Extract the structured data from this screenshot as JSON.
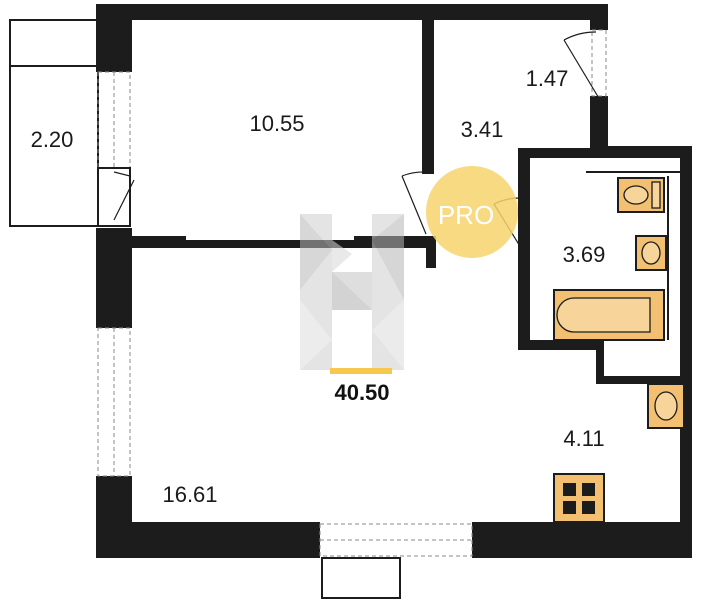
{
  "rooms": {
    "balcony": "2.20",
    "bedroom": "10.55",
    "hall": "3.41",
    "storage": "1.47",
    "bathroom": "3.69",
    "living_room": "16.61",
    "kitchen": "4.11"
  },
  "total_area": "40.50",
  "badge": {
    "text": "PRO",
    "color": "#f6d36c"
  },
  "watermark": {
    "icon": "logo-h-watermark"
  },
  "colors": {
    "wall": "#1c1c1c",
    "fixture": "#f2c070",
    "accent": "#f6c84c"
  }
}
